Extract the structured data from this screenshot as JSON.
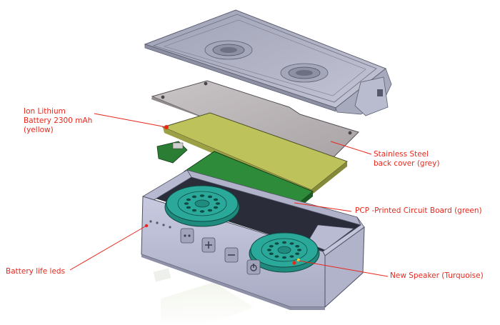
{
  "labels": {
    "battery": "Ion Lithium\nBattery 2300 mAh\n(yellow)",
    "back_cover": "Stainless Steel\nback cover (grey)",
    "pcb": "PCP -Printed Circuit Board (green)",
    "leds": "Battery life leds",
    "speaker": "New Speaker (Turquoise)"
  },
  "colors": {
    "label_text": "#e8271c",
    "leader_line": "#e8271c",
    "case_grey": "#c9cbe0",
    "cover_grey": "#b6b7c6",
    "back_plate": "#bfbabb",
    "battery_yellow": "#b9be55",
    "pcb_green": "#2e8b3a",
    "speaker_turquoise": "#2aa99a"
  },
  "icons": {
    "button_1": "two-dots-icon",
    "button_2": "plus-icon",
    "button_3": "minus-icon",
    "button_4": "power-icon"
  }
}
